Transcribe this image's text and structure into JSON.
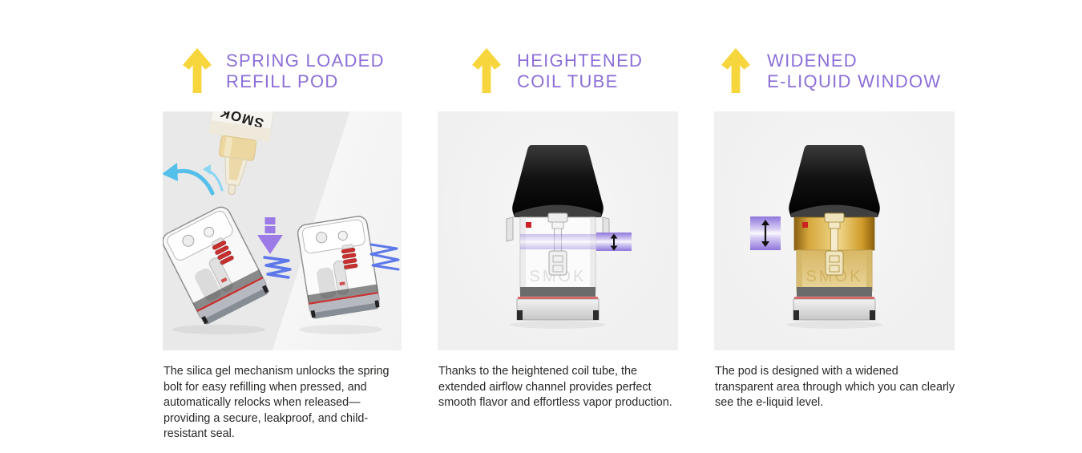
{
  "brand": "SMOK",
  "colors": {
    "title_purple": "#8C6ED8",
    "arrow_yellow": "#F6D63C",
    "body_text": "#2A2826",
    "panel_gray": "#F0F0F0",
    "press_arrow_purple": "#9C7BE6",
    "spring_blue": "#5D78EA",
    "airflow_cyan": "#54C0EA",
    "coil_red": "#CC2B2B",
    "eliquid_amber": "#D9B765",
    "measure_band_purple": "#8F76DC",
    "pod_cap_black": "#141414"
  },
  "features": [
    {
      "id": "spring-loaded-refill-pod",
      "title_line1": "SPRING LOADED",
      "title_line2": "REFILL POD",
      "description": "The silica gel mechanism unlocks the spring bolt for easy refilling when pressed, and automatically relocks when released—providing a secure, leakproof, and child-resistant seal."
    },
    {
      "id": "heightened-coil-tube",
      "title_line1": "HEIGHTENED",
      "title_line2": "COIL TUBE",
      "description": "Thanks to the heightened coil tube, the extended airflow channel provides perfect smooth flavor and effortless vapor production."
    },
    {
      "id": "widened-e-liquid-window",
      "title_line1": "WIDENED",
      "title_line2": "E-LIQUID WINDOW",
      "description": "The pod is designed with a widened transparent area through which you can clearly see the e-liquid level."
    }
  ]
}
